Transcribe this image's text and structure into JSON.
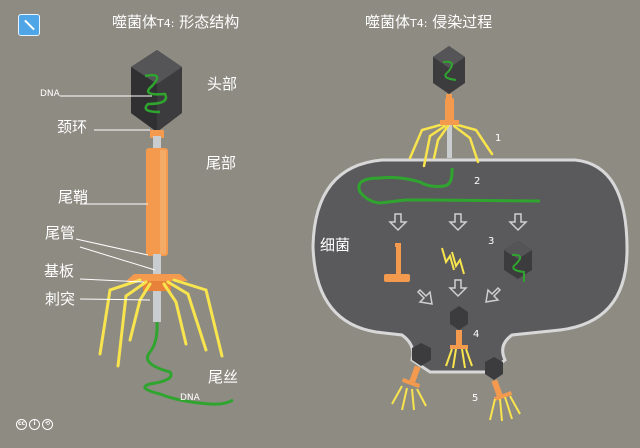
{
  "left_title": {
    "main": "噬菌体",
    "sub": "T4:",
    "rest": " 形态结构"
  },
  "right_title": {
    "main": "噬菌体",
    "sub": "T4:",
    "rest": " 侵染过程"
  },
  "labels": {
    "head": "头部",
    "dna_head": "DNA",
    "collar": "颈环",
    "tail": "尾部",
    "sheath": "尾鞘",
    "tube": "尾管",
    "baseplate": "基板",
    "spikes": "刺突",
    "tail_fibers": "尾丝",
    "dna_tail": "DNA",
    "bacterium": "细菌"
  },
  "steps": [
    "1",
    "2",
    "3",
    "4",
    "5"
  ],
  "license": {
    "cc": "cc",
    "by": "i",
    "sa": "⟲"
  },
  "colors": {
    "background": "#8e8b83",
    "cell": "#5a5a5c",
    "head": "#3c3c3e",
    "dna": "#2fa52f",
    "tail": "#f39a4e",
    "fibers": "#f8e44d"
  },
  "icons": [
    "app-icon",
    "arrow-down-icon",
    "cc-license-icon"
  ]
}
